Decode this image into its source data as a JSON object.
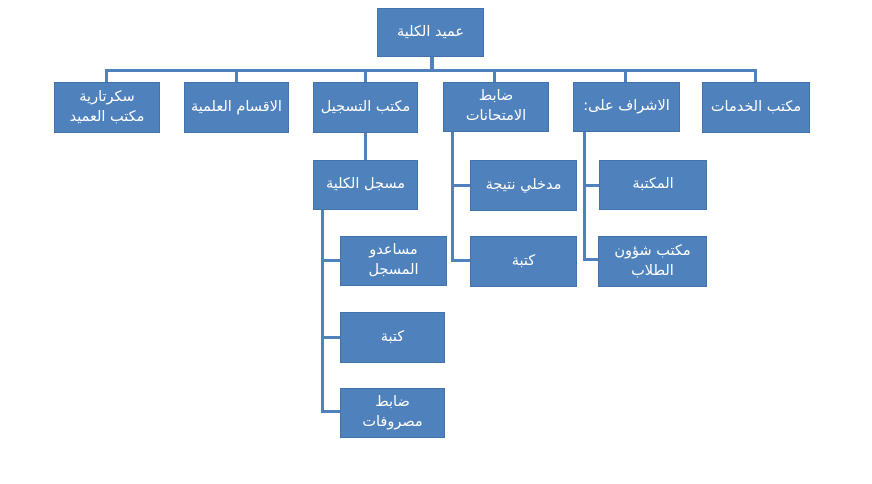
{
  "colors": {
    "background": "#ffffff",
    "box_fill": "#4f81bd",
    "box_border": "#4273ab",
    "connector": "#4f81bd",
    "text": "#ffffff"
  },
  "org": {
    "direction": "rtl",
    "root": {
      "label": "عميد الكلية",
      "children": [
        {
          "label": "مكتب الخدمات",
          "children": []
        },
        {
          "label": "الاشراف على:",
          "children": [
            {
              "label": "المكتبة"
            },
            {
              "label": "مكتب شؤون\nالطلاب"
            }
          ]
        },
        {
          "label": "ضابط\nالامتحانات",
          "children": [
            {
              "label": "مدخلي نتيجة"
            },
            {
              "label": "كتبة"
            }
          ]
        },
        {
          "label": "مكتب التسجيل",
          "children": [
            {
              "label": "مسجل الكلية",
              "children": [
                {
                  "label": "مساعدو\nالمسجل"
                },
                {
                  "label": "كتبة"
                },
                {
                  "label": "ضابط\nمصروفات"
                }
              ]
            }
          ]
        },
        {
          "label": "الاقسام العلمية",
          "children": []
        },
        {
          "label": "سكرتارية\nمكتب العميد",
          "children": []
        }
      ]
    }
  }
}
